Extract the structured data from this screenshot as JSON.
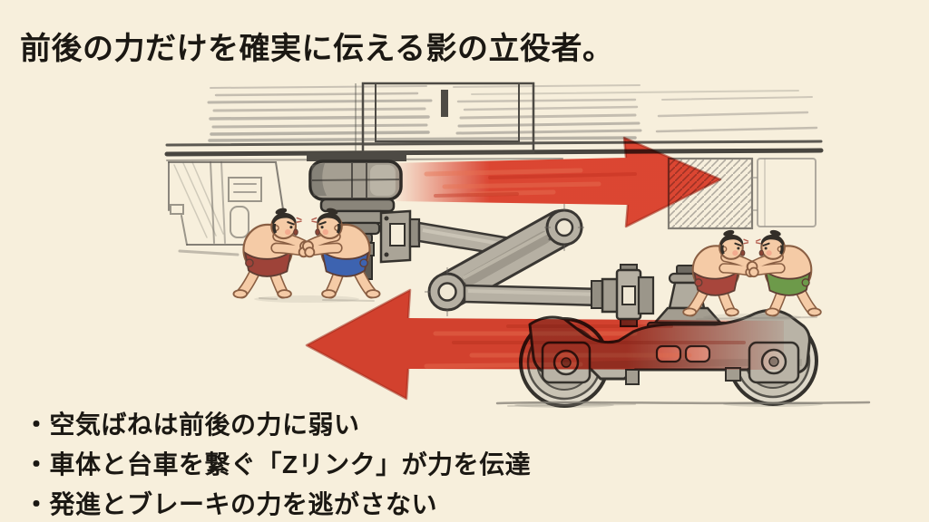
{
  "slide": {
    "title": "前後の力だけを確実に伝える影の立役者。",
    "bullets": [
      "・空気ばねは前後の力に弱い",
      "・車体と台車を繋ぐ「Zリンク」が力を伝達",
      "・発進とブレーキの力を逃がさない"
    ]
  },
  "illustration": {
    "elements": [
      "train-car-underbody-sketch",
      "air-spring",
      "z-link-assembly",
      "bogie-with-wheels",
      "force-arrow-right",
      "force-arrow-left",
      "sumo-pair-left",
      "sumo-pair-right"
    ]
  },
  "colors": {
    "background": "#f7efdc",
    "text": "#1b1813",
    "arrow_red": "#e03c2b",
    "pencil_outline": "#3a3733",
    "metal_gray": "#b6b0a3",
    "skin": "#f5cba6",
    "mawashi_left_pair": [
      "#9e4339",
      "#3d63b0"
    ],
    "mawashi_right_pair": [
      "#a8463c",
      "#6d9a4a"
    ]
  }
}
